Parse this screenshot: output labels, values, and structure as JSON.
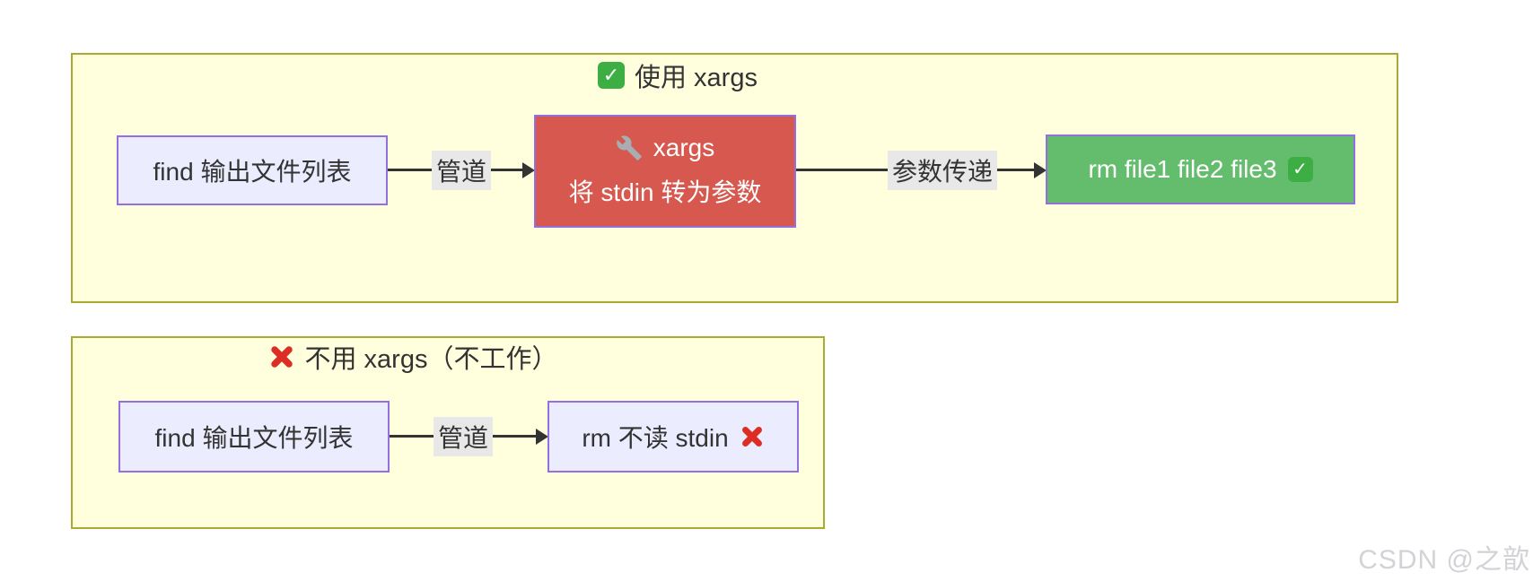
{
  "colors": {
    "subgraph_fill": "#ffffde",
    "subgraph_border": "#aaaa33",
    "node_fill": "#ececff",
    "node_border": "#9370db",
    "node_red_fill": "#d6584e",
    "node_green_fill": "#63bd6d",
    "edge_color": "#333333",
    "edge_label_bg": "#e8e8e8",
    "text_color": "#333333",
    "check_green": "#3cae43",
    "cross_red": "#dd2e26",
    "wrench_gray": "#a8adb3",
    "watermark_color": "#d3d3d7"
  },
  "flow_success": {
    "title": "使用 xargs",
    "node_find": "find 输出文件列表",
    "edge_pipe": "管道",
    "node_xargs_line1": "xargs",
    "node_xargs_line2": "将 stdin 转为参数",
    "edge_args": "参数传递",
    "node_rm": "rm file1 file2 file3"
  },
  "flow_fail": {
    "title": "不用 xargs（不工作）",
    "node_find": "find 输出文件列表",
    "edge_pipe": "管道",
    "node_rm": "rm 不读 stdin"
  },
  "icons": {
    "check_glyph": "✓"
  },
  "watermark": "CSDN @之歆"
}
